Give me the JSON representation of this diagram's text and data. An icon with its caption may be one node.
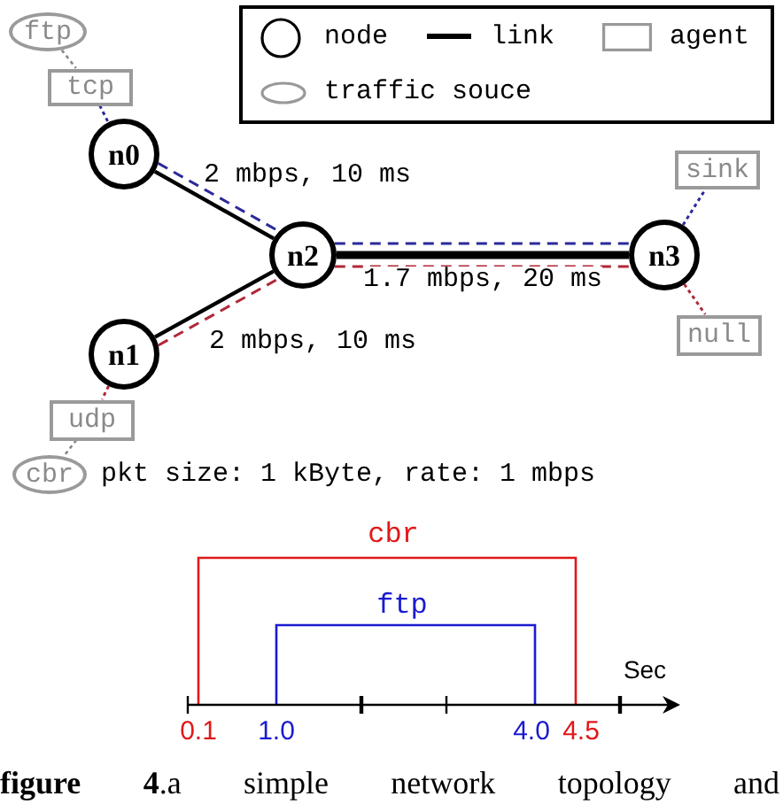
{
  "diagram": {
    "caption": "**figure 4**.a simple network topology and",
    "nodes": [
      {
        "text": [
          "ftp"
        ]
      },
      {
        "text": [
          "tcp"
        ]
      },
      {
        "text": [
          "n0"
        ]
      },
      {
        "text": [
          "sink"
        ]
      },
      {
        "text": [
          "n2"
        ]
      },
      {
        "text": [
          "n3"
        ]
      },
      {
        "text": [
          "null"
        ]
      },
      {
        "text": [
          "n1"
        ]
      },
      {
        "text": [
          "udp"
        ]
      },
      {
        "text": [
          "cbr"
        ],
        "beside": [
          "pkt size: 1 kByte, rate: 1 mbps"
        ]
      }
    ],
    "edges": [
      {
        "from": 0,
        "to": 1,
        "arrow": "none",
        "style": "dashed",
        "color": "#888888"
      },
      {
        "from": 1,
        "to": 2,
        "arrow": "none",
        "style": "dashed",
        "color": "#2a2a9a"
      },
      {
        "from": 2,
        "to": 4,
        "arrow": "none",
        "label": "2 mbps, 10 ms",
        "color": "#000000"
      },
      {
        "from": 2,
        "to": 4,
        "arrow": "none",
        "style": "dashed",
        "color": "#2a2a9a"
      },
      {
        "from": 7,
        "to": 4,
        "arrow": "none",
        "label": "2 mbps, 10 ms",
        "color": "#000000"
      },
      {
        "from": 7,
        "to": 4,
        "arrow": "none",
        "style": "dashed",
        "color": "#b02838"
      },
      {
        "from": 4,
        "to": 5,
        "arrow": "none",
        "label": "1.7 mbps, 20 ms",
        "style": "thick",
        "color": "#000000"
      },
      {
        "from": 4,
        "to": 5,
        "arrow": "none",
        "style": "dashed",
        "color": "#2a2a9a"
      },
      {
        "from": 4,
        "to": 5,
        "arrow": "none",
        "style": "dashed",
        "color": "#b02838"
      },
      {
        "from": 5,
        "to": 3,
        "arrow": "none",
        "style": "dashed",
        "color": "#2a2a9a"
      },
      {
        "from": 5,
        "to": 6,
        "arrow": "none",
        "style": "dashed",
        "color": "#b02838"
      },
      {
        "from": 7,
        "to": 8,
        "arrow": "none",
        "style": "dashed",
        "color": "#b02838"
      },
      {
        "from": 8,
        "to": 9,
        "arrow": "none",
        "style": "dashed",
        "color": "#888888"
      }
    ],
    "labels": [
      "cbr",
      "ftp",
      "Sec",
      "0.1",
      "1.0",
      "4.0",
      "4.5"
    ],
    "legend": [
      {
        "text": "node"
      },
      {
        "text": "link"
      },
      {
        "text": "agent"
      },
      {
        "text": "traffic souce"
      }
    ]
  }
}
